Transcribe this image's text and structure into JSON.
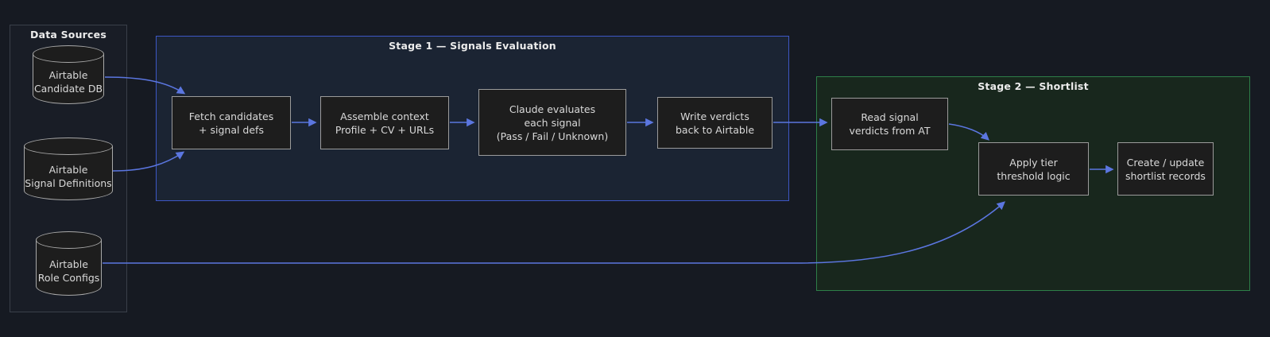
{
  "diagram": {
    "type": "flowchart",
    "colors": {
      "background": "#161a22",
      "arrow": "#5b76e0",
      "stage1_border": "#3d57c4",
      "stage1_fill": "#1b2433",
      "stage2_border": "#2e7f48",
      "stage2_fill": "#18271d",
      "node_fill": "#1d1d1d",
      "node_border": "#9b9b9b",
      "text": "#d9d9d9"
    }
  },
  "data_sources": {
    "title": "Data Sources",
    "cylinders": [
      {
        "line1": "Airtable",
        "line2": "Candidate DB"
      },
      {
        "line1": "Airtable",
        "line2": "Signal Definitions"
      },
      {
        "line1": "Airtable",
        "line2": "Role Configs"
      }
    ]
  },
  "stage1": {
    "title": "Stage 1 — Signals Evaluation",
    "nodes": {
      "fetch": {
        "line1": "Fetch candidates",
        "line2": "+ signal defs"
      },
      "assemble": {
        "line1": "Assemble context",
        "line2": "Profile + CV + URLs"
      },
      "claude": {
        "line1": "Claude evaluates",
        "line2": "each signal",
        "line3": "(Pass / Fail / Unknown)"
      },
      "write": {
        "line1": "Write verdicts",
        "line2": "back to Airtable"
      }
    }
  },
  "stage2": {
    "title": "Stage 2 — Shortlist",
    "nodes": {
      "read": {
        "line1": "Read signal",
        "line2": "verdicts from AT"
      },
      "apply": {
        "line1": "Apply tier",
        "line2": "threshold logic"
      },
      "create": {
        "line1": "Create / update",
        "line2": "shortlist records"
      }
    }
  }
}
